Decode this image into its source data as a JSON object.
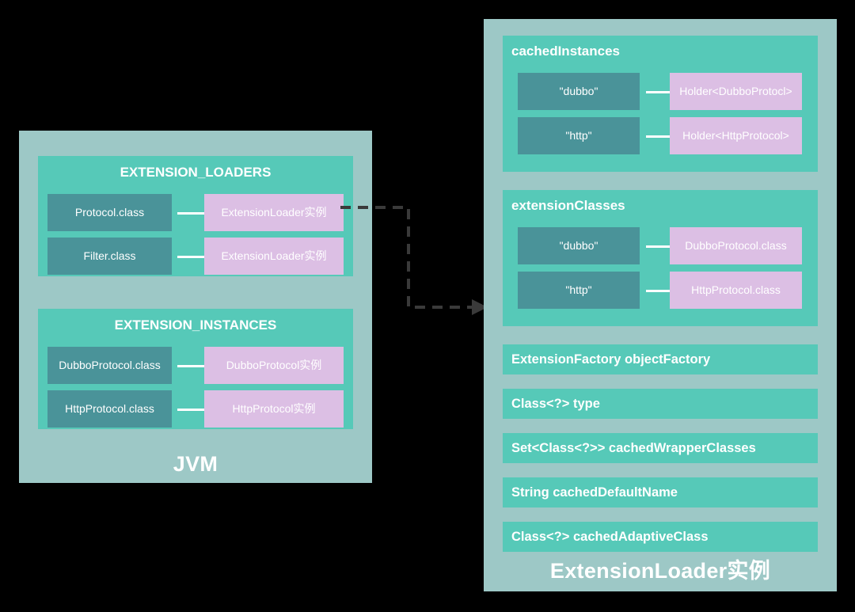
{
  "diagram": {
    "title": "Dubbo ExtensionLoader structure",
    "colors": {
      "background": "#000000",
      "panel": "#9dc8c6",
      "group": "#56c9b8",
      "key_box": "#4a9399",
      "value_box": "#dcbfe4",
      "text": "#ffffff",
      "connector": "#3a3a3a"
    }
  },
  "left_panel": {
    "title": "JVM",
    "groups": [
      {
        "header": "EXTENSION_LOADERS",
        "rows": [
          {
            "key": "Protocol.class",
            "value": "ExtensionLoader实例"
          },
          {
            "key": "Filter.class",
            "value": "ExtensionLoader实例"
          }
        ]
      },
      {
        "header": "EXTENSION_INSTANCES",
        "rows": [
          {
            "key": "DubboProtocol.class",
            "value": "DubboProtocol实例"
          },
          {
            "key": "HttpProtocol.class",
            "value": "HttpProtocol实例"
          }
        ]
      }
    ]
  },
  "right_panel": {
    "title": "ExtensionLoader实例",
    "groups": [
      {
        "header": "cachedInstances",
        "rows": [
          {
            "key": "\"dubbo\"",
            "value": "Holder<DubboProtocl>"
          },
          {
            "key": "\"http\"",
            "value": "Holder<HttpProtocol>"
          }
        ]
      },
      {
        "header": "extensionClasses",
        "rows": [
          {
            "key": "\"dubbo\"",
            "value": "DubboProtocol.class"
          },
          {
            "key": "\"http\"",
            "value": "HttpProtocol.class"
          }
        ]
      }
    ],
    "fields": [
      "ExtensionFactory objectFactory",
      "Class<?> type",
      "Set<Class<?>> cachedWrapperClasses",
      "String cachedDefaultName",
      "Class<?> cachedAdaptiveClass"
    ]
  },
  "connector": {
    "label": "dashed-arrow-extension-loader-detail",
    "style": "dashed",
    "from": "ExtensionLoader实例",
    "to": "ExtensionLoader实例 detail panel"
  }
}
